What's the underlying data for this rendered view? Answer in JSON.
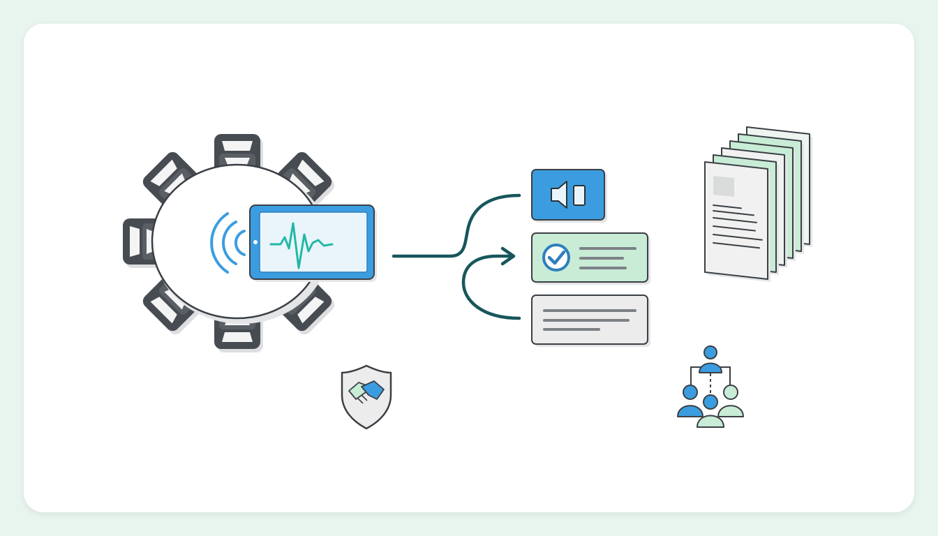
{
  "colors": {
    "page_bg": "#e8f4ee",
    "card_bg": "#ffffff",
    "outline": "#3a3f45",
    "chair": "#474c52",
    "chair_light": "#f4f4f4",
    "blue": "#3b9de0",
    "blue_dark": "#2f7fbd",
    "teal": "#23b8a4",
    "arrow": "#17565c",
    "mint": "#c8ecd6",
    "mint_dark": "#9ed6b5",
    "gray_card": "#ececec",
    "gray_line": "#7d8186",
    "paper": "#f4f6f5",
    "shadow": "#e3e5e6"
  },
  "icons": {
    "chair": "office-chair-icon",
    "tablet": "tablet-waveform-icon",
    "signal": "wireless-signal-icon",
    "speaker": "speaker-icon",
    "check": "check-circle-icon",
    "documents": "document-stack-icon",
    "shield": "shield-handshake-icon",
    "team": "team-hierarchy-icon"
  },
  "chair_angles": [
    -90,
    -45,
    -135,
    180,
    135,
    90,
    45
  ]
}
